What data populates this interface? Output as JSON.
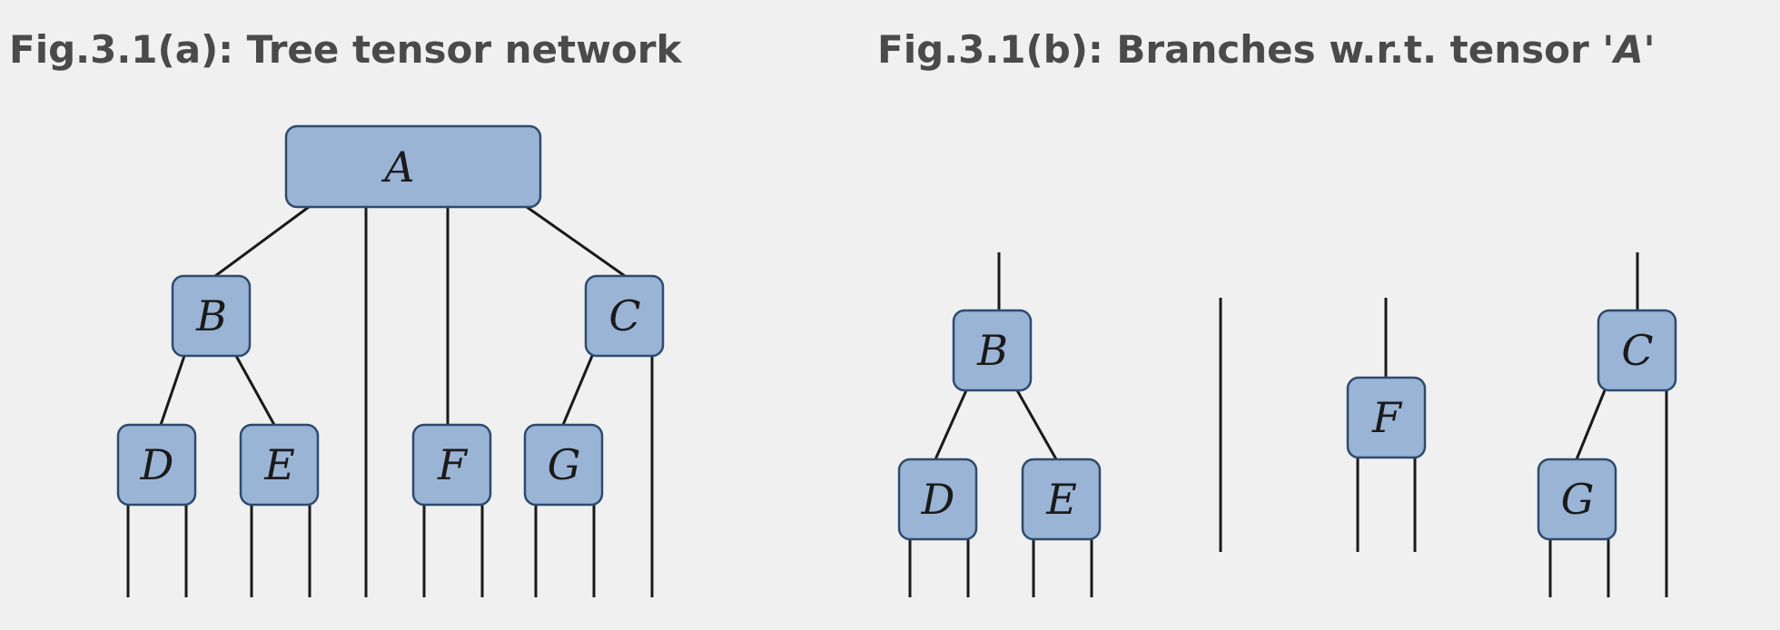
{
  "figures": {
    "a": {
      "title_prefix": "Fig.3.1(a): Tree tensor network",
      "title_suffix": ""
    },
    "b": {
      "title_prefix": "Fig.3.1(b): Branches w.r.t. tensor ",
      "title_suffix": "'A'"
    }
  },
  "nodes": {
    "a": {
      "A": "A",
      "B": "B",
      "C": "C",
      "D": "D",
      "E": "E",
      "F": "F",
      "G": "G"
    },
    "b": {
      "B": "B",
      "C": "C",
      "D": "D",
      "E": "E",
      "F": "F",
      "G": "G"
    }
  },
  "colors": {
    "node_fill": "#9ab4d6",
    "node_stroke": "#2e4a6e",
    "line": "#1a1a1a",
    "title": "#4a4a4a",
    "background": "#f0f0f0"
  }
}
